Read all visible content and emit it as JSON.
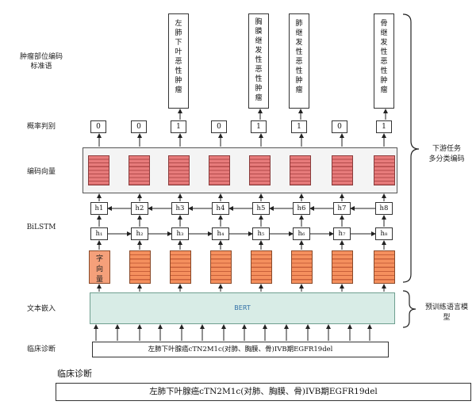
{
  "row_labels": {
    "standard_term_1": "肿瘤部位编码",
    "standard_term_2": "标准语",
    "probability": "概率判别",
    "encoding_vector": "编码向量",
    "bilstm": "BiLSTM",
    "text_embedding": "文本嵌入",
    "clinical_diagnosis": "临床诊断"
  },
  "outputs": [
    {
      "chars": [
        "左",
        "肺",
        "下",
        "叶",
        "恶",
        "性",
        "肿",
        "瘤"
      ]
    },
    {
      "chars": [
        "胸",
        "膜",
        "继",
        "发",
        "性",
        "恶",
        "性",
        "肿",
        "瘤"
      ]
    },
    {
      "chars": [
        "肺",
        "继",
        "发",
        "性",
        "恶",
        "性",
        "肿",
        "瘤"
      ]
    },
    {
      "chars": [
        "骨",
        "继",
        "发",
        "性",
        "恶",
        "性",
        "肿",
        "瘤"
      ]
    }
  ],
  "probabilities": [
    "0",
    "0",
    "1",
    "0",
    "1",
    "1",
    "0",
    "1"
  ],
  "hidden_top": [
    "h1",
    "h2",
    "h3",
    "h4",
    "h5",
    "h6",
    "h7",
    "h8"
  ],
  "hidden_bottom": [
    "h₁",
    "h₂",
    "h₃",
    "h₄",
    "h₅",
    "h₆",
    "h₇",
    "h₈"
  ],
  "char_vector_label": [
    "字",
    "向",
    "量"
  ],
  "bert_label": "BERT",
  "input_text": "左肺下叶腺癌cTN2M1c(对肺、胸膜、骨)IVB期EGFR19del",
  "clinical_title": "临床诊断",
  "clinical_text": "左肺下叶腺癌cTN2M1c(对肺、胸膜、骨)IVB期EGFR19del",
  "side_labels": {
    "downstream_1": "下游任务",
    "downstream_2": "多分类编码",
    "pretrain_1": "预训练语言模",
    "pretrain_2": "型"
  },
  "colors": {
    "encoding_fill": "#e77b7b",
    "embedding_fill": "#f5905e",
    "bert_fill": "#d8ece6",
    "bert_text": "#2f6fa6"
  }
}
